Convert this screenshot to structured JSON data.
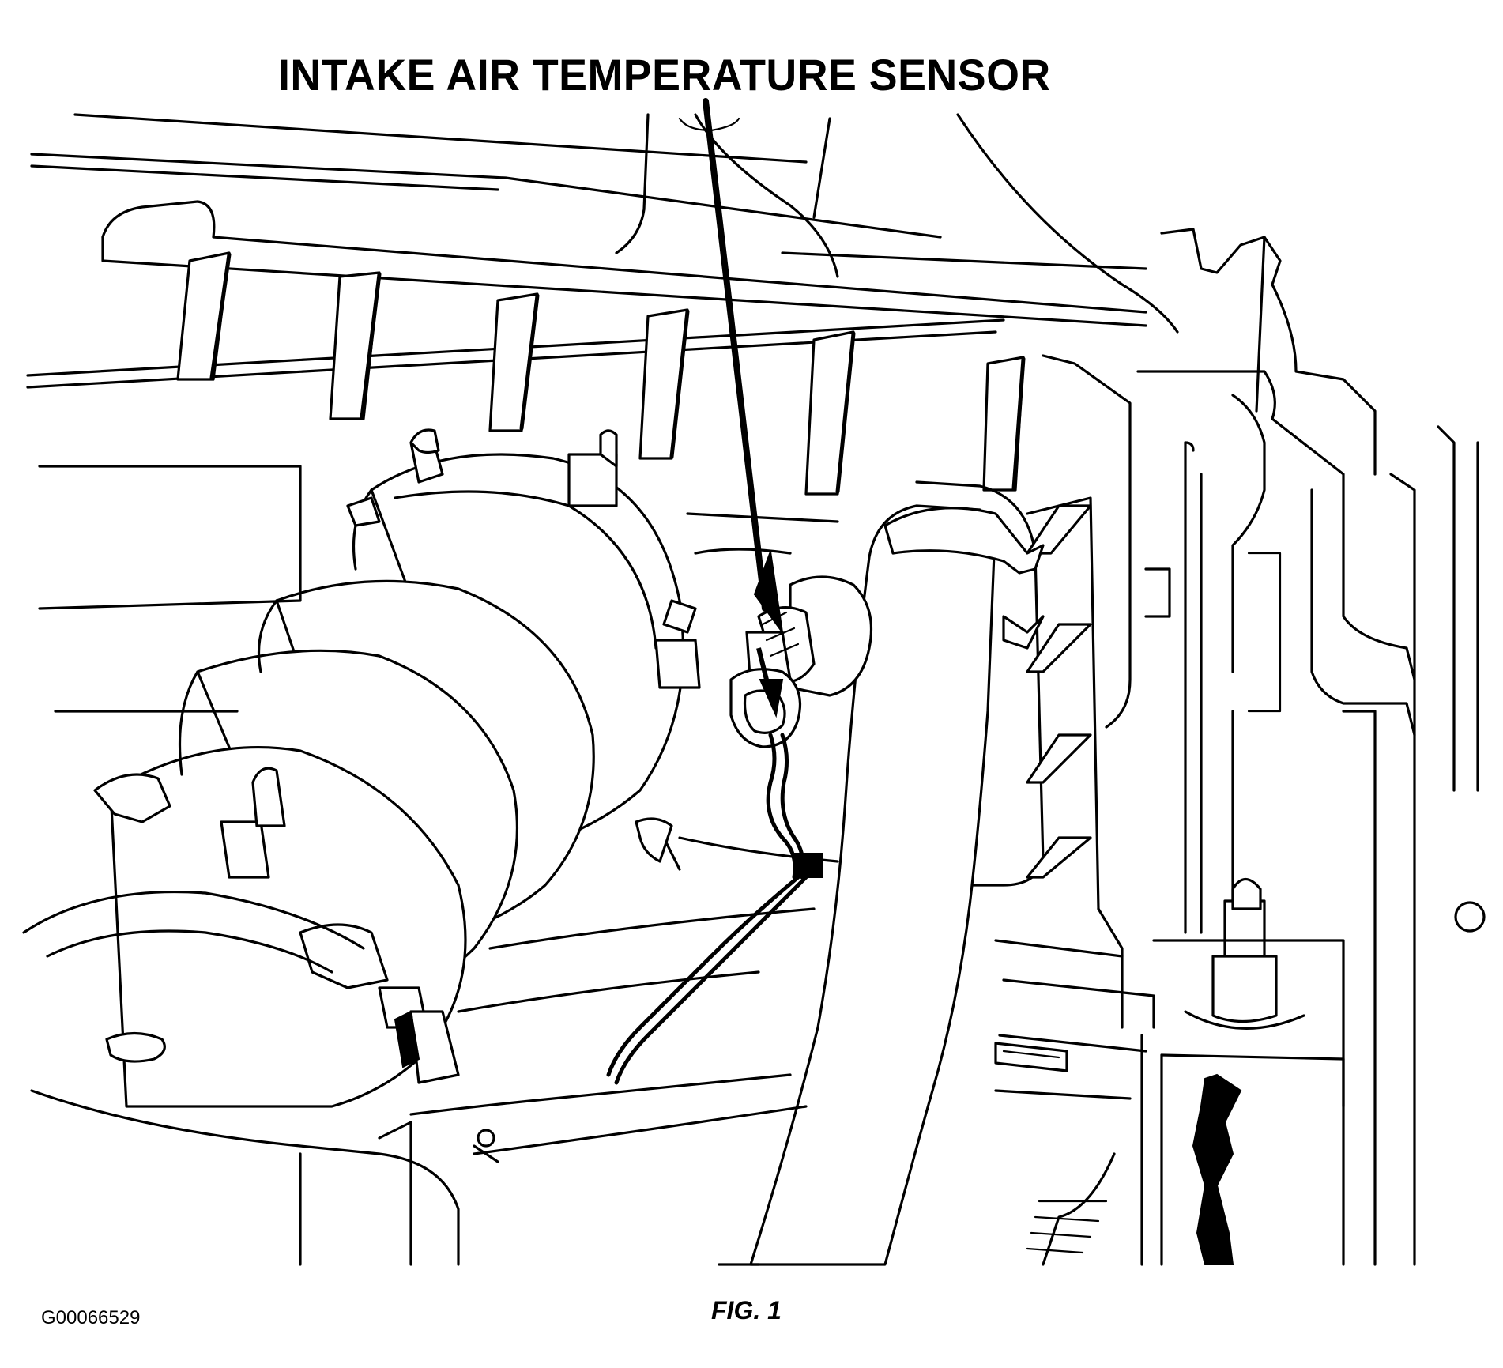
{
  "diagram": {
    "callout": "INTAKE AIR TEMPERATURE SENSOR",
    "caption": "FIG. 1",
    "figure_id": "G00066529"
  }
}
